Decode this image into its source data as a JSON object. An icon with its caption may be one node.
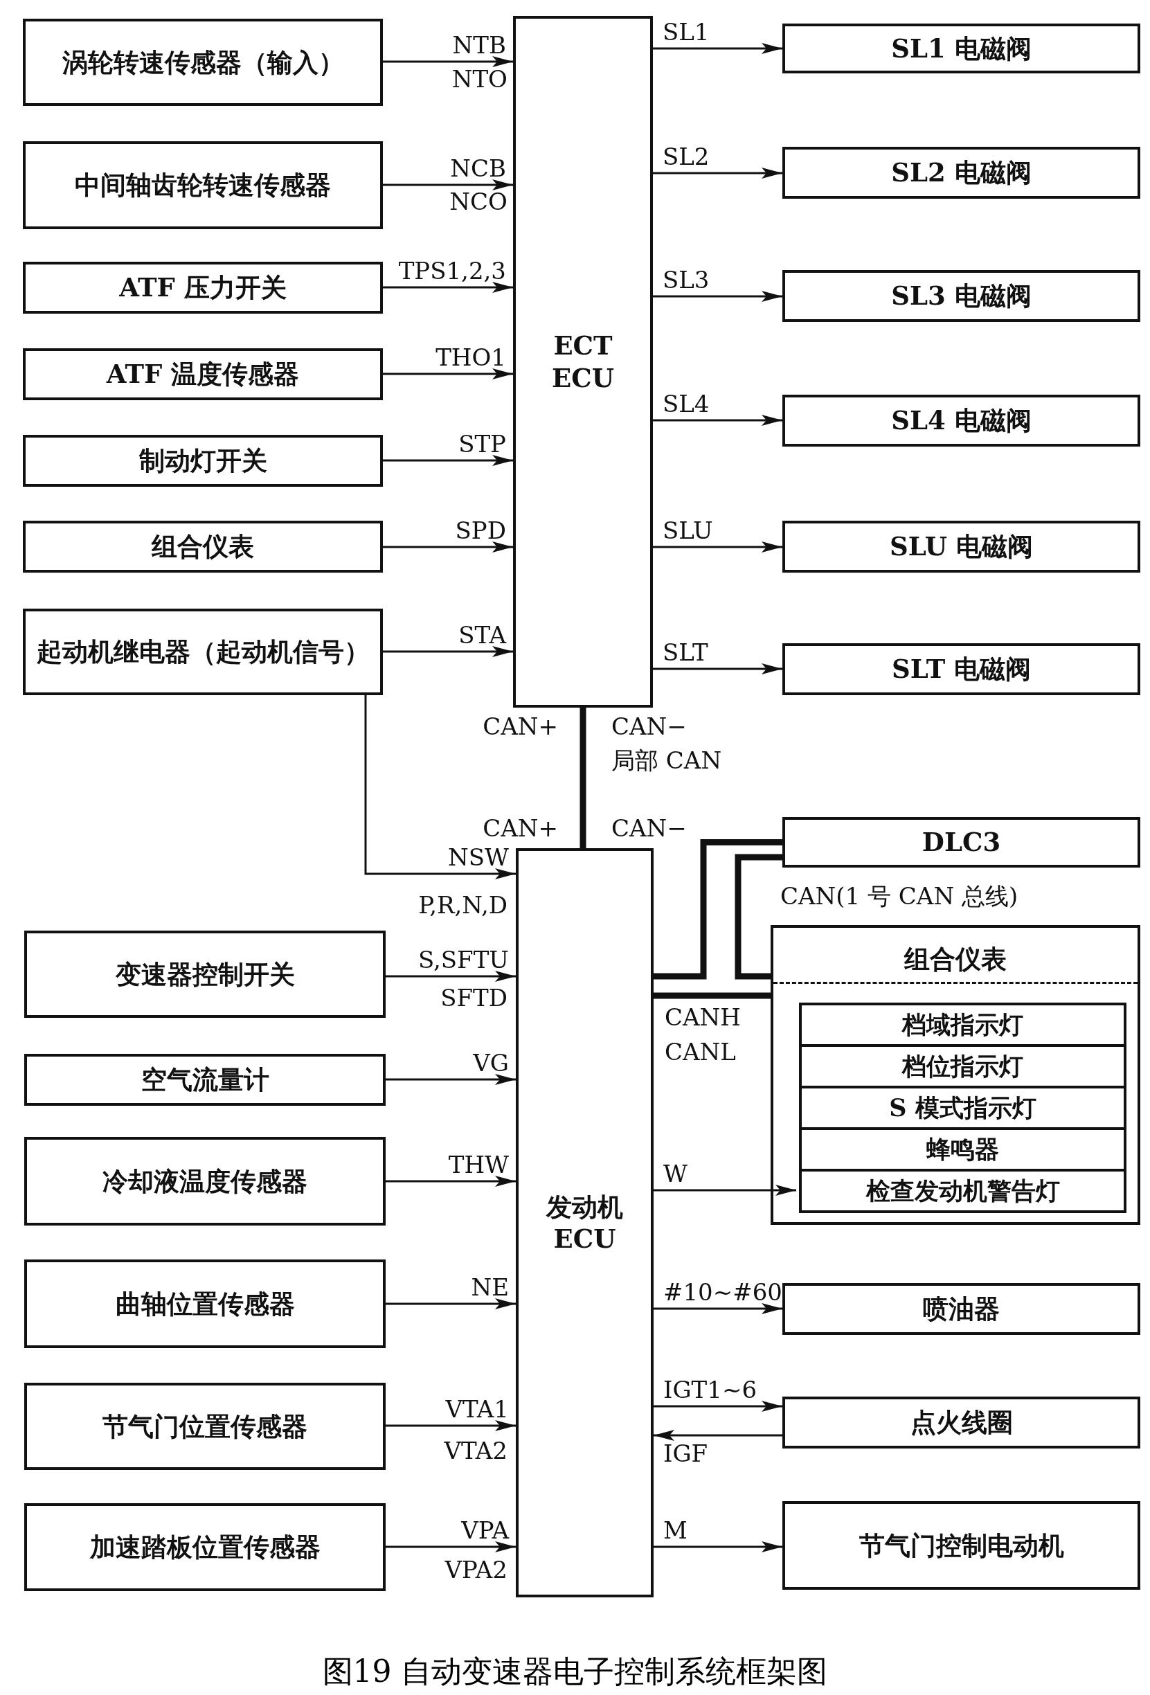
{
  "diagram": {
    "caption": "图19 自动变速器电子控制系统框架图",
    "nodes": [
      {
        "text": [
          "涡轮转速传感器（输入）"
        ]
      },
      {
        "text": [
          "中间轴齿轮转速传感器"
        ]
      },
      {
        "text": [
          "ATF 压力开关"
        ]
      },
      {
        "text": [
          "ATF 温度传感器"
        ]
      },
      {
        "text": [
          "制动灯开关"
        ]
      },
      {
        "text": [
          "组合仪表"
        ]
      },
      {
        "text": [
          "起动机继电器（起动机信号）"
        ]
      },
      {
        "text": [
          "ECT ECU"
        ]
      },
      {
        "text": [
          "SL1 电磁阀"
        ]
      },
      {
        "text": [
          "SL2 电磁阀"
        ]
      },
      {
        "text": [
          "SL3 电磁阀"
        ]
      },
      {
        "text": [
          "SL4 电磁阀"
        ]
      },
      {
        "text": [
          "SLU 电磁阀"
        ]
      },
      {
        "text": [
          "SLT 电磁阀"
        ]
      },
      {
        "text": [
          "DLC3"
        ],
        "beside": [
          "CAN(1 号 CAN 总线)"
        ]
      },
      {
        "text": [
          "组合仪表"
        ]
      },
      {
        "text": [
          "档域指示灯"
        ],
        "in": 15
      },
      {
        "text": [
          "档位指示灯"
        ],
        "in": 15
      },
      {
        "text": [
          "S 模式指示灯"
        ],
        "in": 15
      },
      {
        "text": [
          "蜂鸣器"
        ],
        "in": 15
      },
      {
        "text": [
          "检查发动机警告灯"
        ],
        "in": 15
      },
      {
        "text": [
          "变速器控制开关"
        ]
      },
      {
        "text": [
          "空气流量计"
        ]
      },
      {
        "text": [
          "冷却液温度传感器"
        ]
      },
      {
        "text": [
          "曲轴位置传感器"
        ]
      },
      {
        "text": [
          "节气门位置传感器"
        ]
      },
      {
        "text": [
          "加速踏板位置传感器"
        ]
      },
      {
        "text": [
          "发动机 ECU"
        ]
      },
      {
        "text": [
          "喷油器"
        ]
      },
      {
        "text": [
          "点火线圈"
        ]
      },
      {
        "text": [
          "节气门控制电动机"
        ]
      }
    ],
    "edges": [
      {
        "from": 0,
        "to": 7,
        "arrow": "to",
        "label": "NTB"
      },
      {
        "from": 1,
        "to": 7,
        "arrow": "to",
        "label": "NCB"
      },
      {
        "from": 2,
        "to": 7,
        "arrow": "to",
        "label": "TPS1,2,3"
      },
      {
        "from": 3,
        "to": 7,
        "arrow": "to",
        "label": "THO1"
      },
      {
        "from": 4,
        "to": 7,
        "arrow": "to",
        "label": "STP"
      },
      {
        "from": 5,
        "to": 7,
        "arrow": "to",
        "label": "SPD"
      },
      {
        "from": 6,
        "to": 7,
        "arrow": "to",
        "label": "STA"
      },
      {
        "from": 7,
        "to": 8,
        "arrow": "to",
        "label": "SL1"
      },
      {
        "from": 7,
        "to": 9,
        "arrow": "to",
        "label": "SL2"
      },
      {
        "from": 7,
        "to": 10,
        "arrow": "to",
        "label": "SL3"
      },
      {
        "from": 7,
        "to": 11,
        "arrow": "to",
        "label": "SL4"
      },
      {
        "from": 7,
        "to": 12,
        "arrow": "to",
        "label": "SLU"
      },
      {
        "from": 7,
        "to": 13,
        "arrow": "to",
        "label": "SLT"
      },
      {
        "from": 7,
        "to": 27,
        "arrow": "none",
        "style": "thick"
      },
      {
        "from": 6,
        "to": 27,
        "arrow": "to",
        "label": "NSW"
      },
      {
        "from": 27,
        "to": 14,
        "arrow": "none",
        "style": "thick"
      },
      {
        "from": 27,
        "to": 15,
        "arrow": "none",
        "style": "thick"
      },
      {
        "from": 21,
        "to": 27,
        "arrow": "to",
        "label": "S,SFTU"
      },
      {
        "from": 22,
        "to": 27,
        "arrow": "to",
        "label": "VG"
      },
      {
        "from": 23,
        "to": 27,
        "arrow": "to",
        "label": "THW"
      },
      {
        "from": 27,
        "to": 20,
        "arrow": "to",
        "label": "W"
      },
      {
        "from": 24,
        "to": 27,
        "arrow": "to",
        "label": "NE"
      },
      {
        "from": 27,
        "to": 28,
        "arrow": "to",
        "label": "#10~#60"
      },
      {
        "from": 27,
        "to": 29,
        "arrow": "to",
        "label": "IGT1~6"
      },
      {
        "from": 29,
        "to": 27,
        "arrow": "to",
        "label": "IGF"
      },
      {
        "from": 25,
        "to": 27,
        "arrow": "to",
        "label": "VTA1"
      },
      {
        "from": 26,
        "to": 27,
        "arrow": "to",
        "label": "VPA"
      },
      {
        "from": 27,
        "to": 30,
        "arrow": "to",
        "label": "M"
      },
      {
        "from": 14,
        "to": 15,
        "arrow": "none",
        "style": "thick"
      }
    ],
    "labels": [
      "NTO",
      "NCO",
      "CAN+",
      "CAN−",
      "局部 CAN",
      "CAN+",
      "CAN−",
      "P,R,N,D",
      "SFTD",
      "CANH",
      "CANL",
      "VTA2",
      "VPA2"
    ]
  }
}
